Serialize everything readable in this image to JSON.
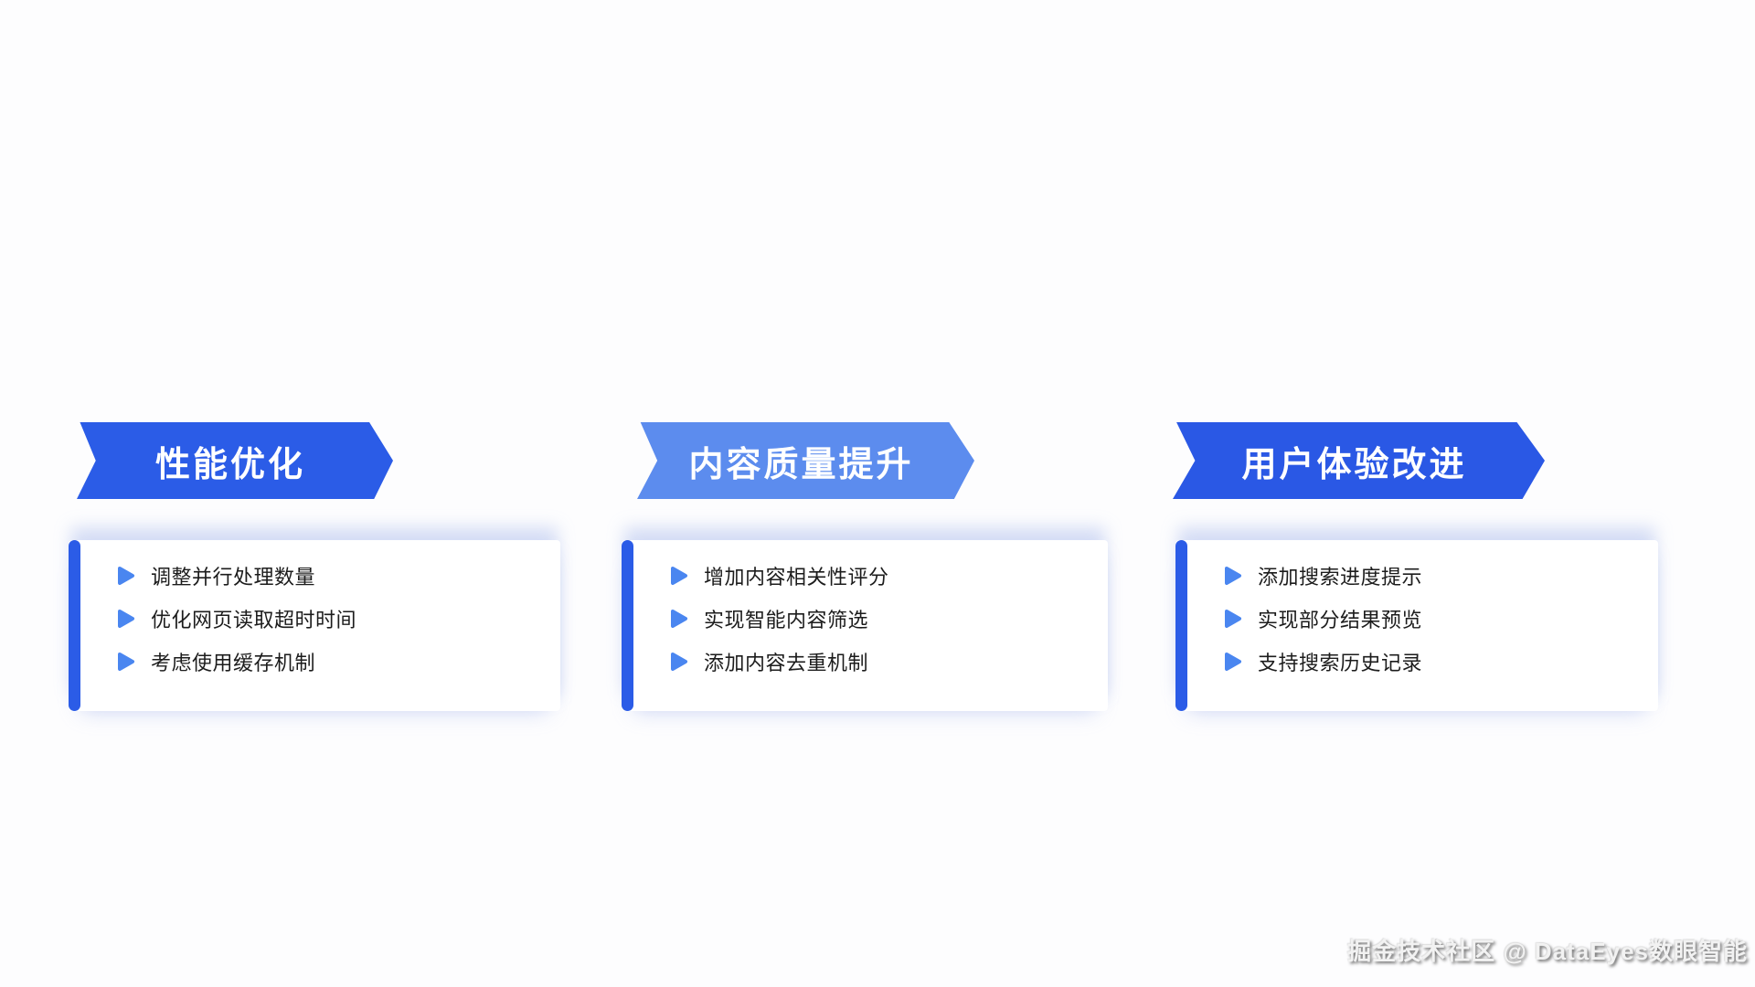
{
  "colors": {
    "banner_primary": "#2b5ce7",
    "banner_light": "#5c8cee",
    "accent_bar": "#2b5ce7",
    "bullet_marker": "#4a86f0",
    "banner_text": "#ffffff",
    "body_text": "#1c1c1c",
    "card_shadow_tint": "#92a7e8"
  },
  "sections": [
    {
      "title": "性能优化",
      "items": [
        "调整并行处理数量",
        "优化网页读取超时时间",
        "考虑使用缓存机制"
      ]
    },
    {
      "title": "内容质量提升",
      "items": [
        "增加内容相关性评分",
        "实现智能内容筛选",
        "添加内容去重机制"
      ]
    },
    {
      "title": "用户体验改进",
      "items": [
        "添加搜索进度提示",
        "实现部分结果预览",
        "支持搜索历史记录"
      ]
    }
  ],
  "watermark": {
    "text": "掘金技术社区 @ DataEyes数眼智能"
  }
}
